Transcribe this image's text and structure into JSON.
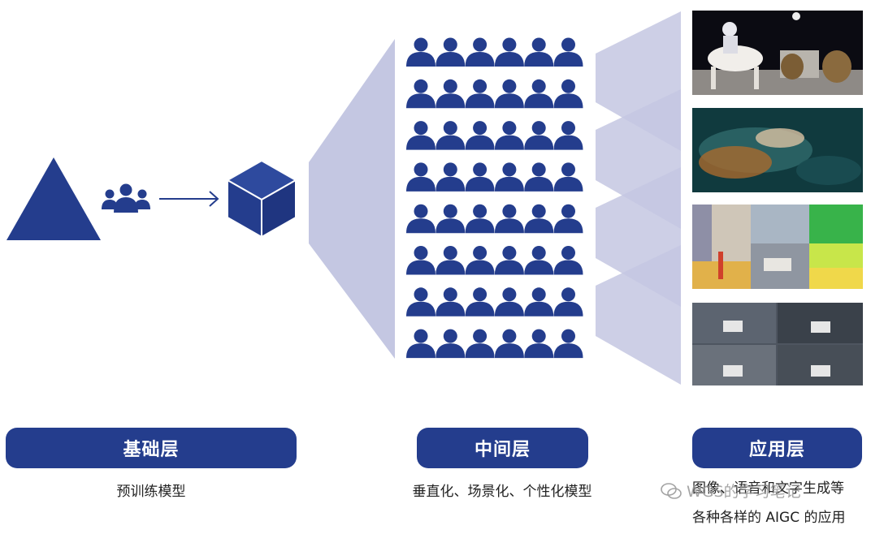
{
  "colors": {
    "primary": "#243d8d",
    "fan": "#c4c7e2",
    "fan_overlap": "#9ea3cc"
  },
  "layers": [
    {
      "name": "基础层",
      "desc": "预训练模型"
    },
    {
      "name": "中间层",
      "desc": "垂直化、场景化、个性化模型"
    },
    {
      "name": "应用层",
      "desc_lines": [
        "图像、语音和文字生成等",
        "各种各样的 AIGC 的应用"
      ]
    }
  ],
  "icons": {
    "base": "triangle-icon",
    "team": "users-group-icon",
    "arrow": "arrow-right-icon",
    "model": "cube-icon",
    "person": "person-icon"
  },
  "people_grid": {
    "rows": 8,
    "cols": 6
  },
  "app_images": [
    "astronaut-and-bears-image",
    "underwater-figure-image",
    "street-scene-image",
    "autonomous-driving-image"
  ],
  "watermark": "WGS的学习笔记"
}
